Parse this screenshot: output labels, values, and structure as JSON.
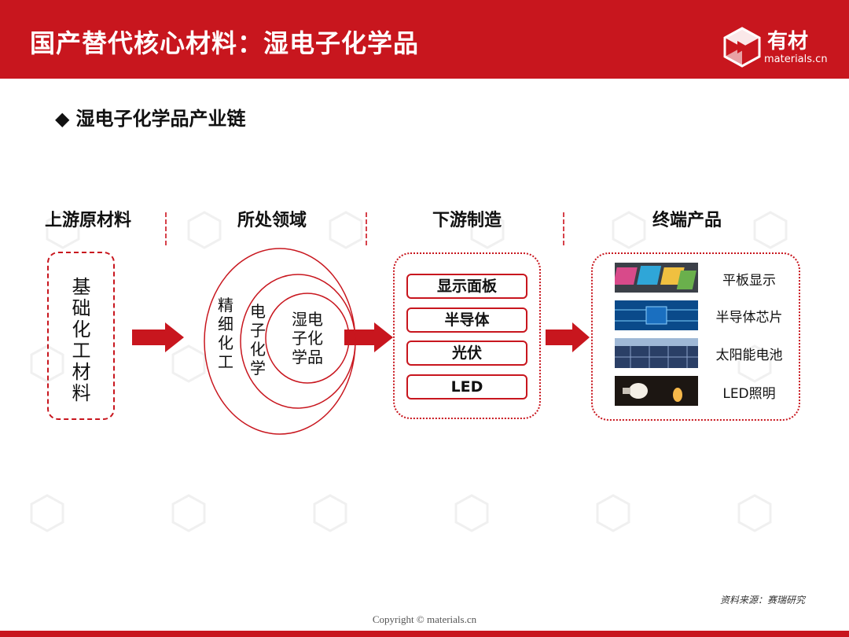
{
  "header": {
    "title": "国产替代核心材料：湿电子化学品",
    "logo_text": "有材",
    "logo_sub": "materials.cn"
  },
  "section": {
    "bullet": "◆",
    "title": "湿电子化学品产业链"
  },
  "columns": [
    {
      "heading": "上游原材料"
    },
    {
      "heading": "所处领域"
    },
    {
      "heading": "下游制造"
    },
    {
      "heading": "终端产品"
    }
  ],
  "upstream": {
    "text": "基础化工材料"
  },
  "domain": {
    "outer": "精细化工",
    "middle": "电子化学",
    "inner_line1": "湿电",
    "inner_line2": "子化",
    "inner_line3": "学品"
  },
  "downstream": {
    "items": [
      "显示面板",
      "半导体",
      "光伏",
      "LED"
    ]
  },
  "products": {
    "items": [
      "平板显示",
      "半导体芯片",
      "太阳能电池",
      "LED照明"
    ]
  },
  "footer": {
    "source": "资料来源：赛瑞研究",
    "copyright": "Copyright © materials.cn"
  },
  "colors": {
    "brand_red": "#c8161e"
  },
  "icons": {
    "logo": "polyhedron-logo-icon",
    "arrow": "right-arrow-icon"
  }
}
